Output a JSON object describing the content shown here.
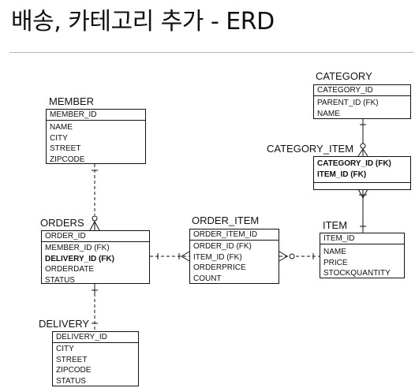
{
  "title": "배송, 카테고리 추가 - ERD",
  "entities": {
    "member": {
      "name": "MEMBER",
      "pk": "MEMBER_ID",
      "attrs": [
        "NAME",
        "CITY",
        "STREET",
        "ZIPCODE"
      ]
    },
    "orders": {
      "name": "ORDERS",
      "pk": "ORDER_ID",
      "attrs": [
        "MEMBER_ID (FK)",
        "DELIVERY_ID (FK)",
        "ORDERDATE",
        "STATUS"
      ]
    },
    "delivery": {
      "name": "DELIVERY",
      "pk": "DELIVERY_ID",
      "attrs": [
        "CITY",
        "STREET",
        "ZIPCODE",
        "STATUS"
      ]
    },
    "order_item": {
      "name": "ORDER_ITEM",
      "pk": "ORDER_ITEM_ID",
      "attrs": [
        "ORDER_ID (FK)",
        "ITEM_ID (FK)",
        "ORDERPRICE",
        "COUNT"
      ]
    },
    "item": {
      "name": "ITEM",
      "pk": "ITEM_ID",
      "attrs": [
        "NAME",
        "PRICE",
        "STOCKQUANTITY"
      ]
    },
    "category": {
      "name": "CATEGORY",
      "pk": "CATEGORY_ID",
      "attrs": [
        "PARENT_ID (FK)",
        "NAME"
      ]
    },
    "category_item": {
      "name": "CATEGORY_ITEM",
      "pk_attrs": [
        "CATEGORY_ID (FK)",
        "ITEM_ID (FK)"
      ]
    }
  }
}
